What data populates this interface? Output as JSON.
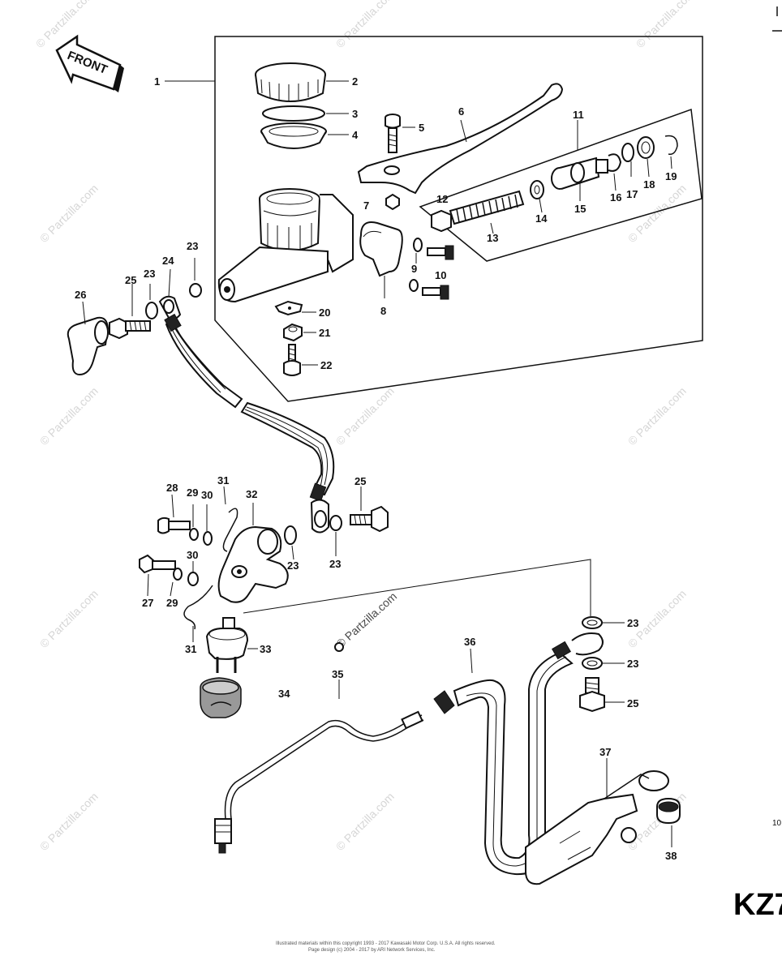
{
  "front_label": "FRONT",
  "model_code": "KZ7",
  "page_number": "10",
  "watermark_text": "© Partzilla.com",
  "watermark_center": "© Partzilla.com",
  "footer_line1": "Illustrated materials within this copyright 1993 - 2017 Kawasaki Motor Corp. U.S.A. All rights reserved.",
  "footer_line2": "Page design (c) 2004 - 2017 by ARI Network Services, Inc.",
  "callouts": [
    "1",
    "2",
    "3",
    "4",
    "5",
    "6",
    "7",
    "8",
    "9",
    "10",
    "11",
    "12",
    "13",
    "14",
    "15",
    "16",
    "17",
    "18",
    "19",
    "20",
    "21",
    "22",
    "23",
    "23",
    "23",
    "24",
    "25",
    "26",
    "28",
    "29",
    "30",
    "31",
    "32",
    "25",
    "23",
    "23",
    "27",
    "29",
    "30",
    "31",
    "33",
    "34",
    "35",
    "36",
    "23",
    "23",
    "25",
    "37",
    "38"
  ]
}
